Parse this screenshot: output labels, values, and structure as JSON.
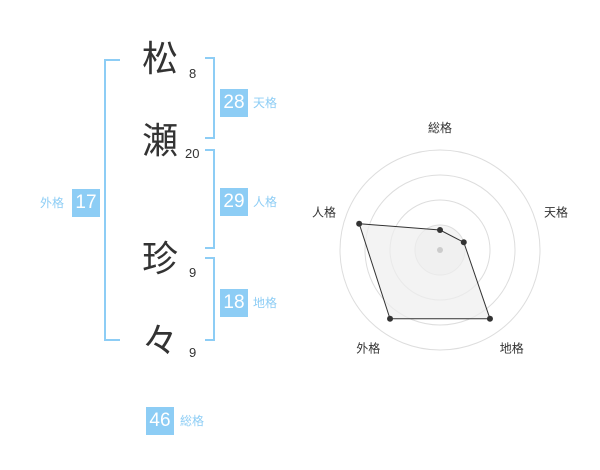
{
  "name": {
    "chars": [
      {
        "char": "松",
        "strokes": "8"
      },
      {
        "char": "瀬",
        "strokes": "20"
      },
      {
        "char": "珍",
        "strokes": "9"
      },
      {
        "char": "々",
        "strokes": "9"
      }
    ]
  },
  "fortune": {
    "tenkaku": {
      "value": "28",
      "label": "天格"
    },
    "jinkaku": {
      "value": "29",
      "label": "人格"
    },
    "chikaku": {
      "value": "18",
      "label": "地格"
    },
    "gaikaku": {
      "value": "17",
      "label": "外格"
    },
    "soukaku": {
      "value": "46",
      "label": "総格"
    }
  },
  "radar": {
    "axes": [
      "総格",
      "天格",
      "地格",
      "外格",
      "人格"
    ],
    "values": [
      0.2,
      0.25,
      0.85,
      0.85,
      0.85
    ],
    "rings": 4,
    "line_color": "#333333",
    "fill_color": "#eeeeee",
    "ring_color": "#dddddd"
  },
  "colors": {
    "accent": "#8dcdf5",
    "text": "#333333"
  }
}
